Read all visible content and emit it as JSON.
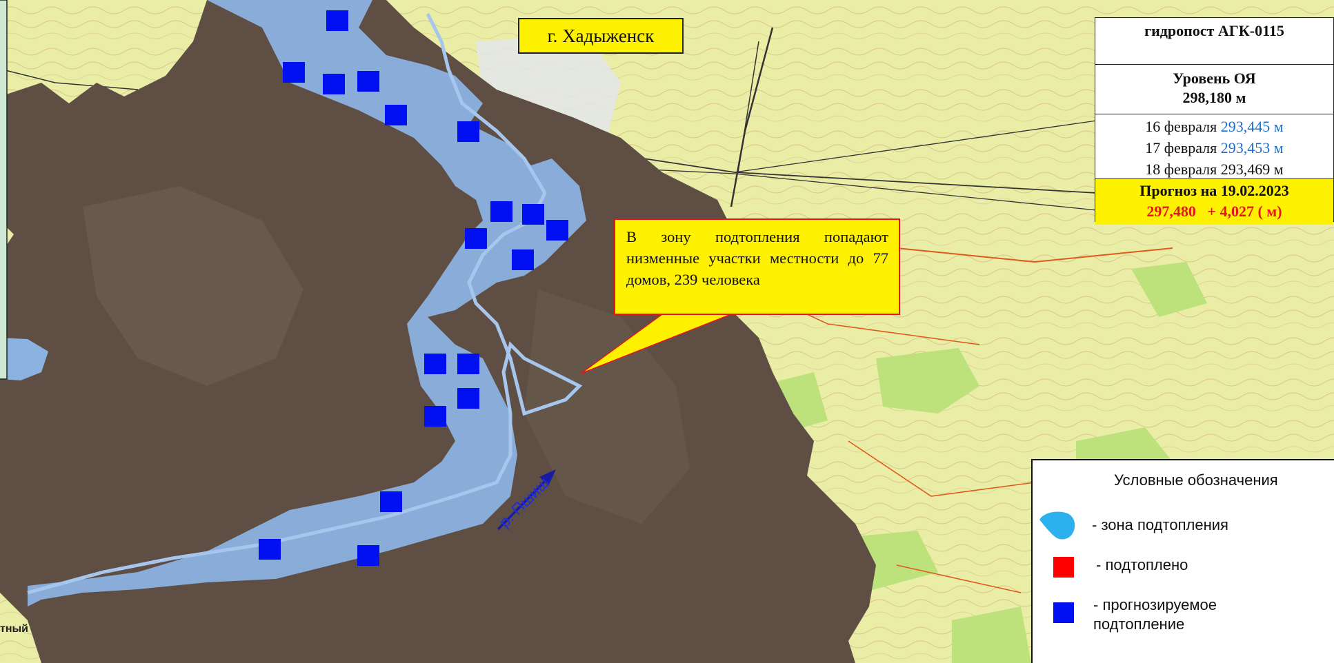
{
  "city_label": "г. Хадыженск",
  "gauge": {
    "title": "гидропост АГК-0115",
    "level_label": "Уровень ОЯ",
    "level_value": "298,180 м",
    "observations": [
      {
        "date": "16 февраля",
        "value": "293,445 м",
        "color": "#1a6fd0"
      },
      {
        "date": "17 февраля",
        "value": "293,453 м",
        "color": "#1a6fd0"
      },
      {
        "date": "18 февраля",
        "value": "293,469 м",
        "color": "#111111"
      }
    ],
    "forecast_label": "Прогноз на 19.02.2023",
    "forecast_value": "297,480",
    "forecast_delta": "+ 4,027 ( м)"
  },
  "callout": {
    "text": "В зону подтопления попадают низменные участки местности до 77 домов, 239 человека"
  },
  "river_label": "р. Пшиш",
  "corner_text": "тный",
  "legend": {
    "title": "Условные обозначения",
    "items": [
      {
        "symbol": "flood-zone",
        "label": "- зона подтопления",
        "color": "#2db1ee"
      },
      {
        "symbol": "flooded",
        "label": "- подтоплено",
        "color": "#ff0000"
      },
      {
        "symbol": "forecast-flooding",
        "label": "- прогнозируемое\n подтопление",
        "color": "#0010f0"
      }
    ]
  },
  "colors": {
    "terrain": "#5e4e44",
    "flood_zone": "#8bb2e0",
    "topo_background": "#e9eda6",
    "forest_green": "#bde27c",
    "marker_blue": "#0010f0",
    "callout_yellow": "#fff200"
  }
}
